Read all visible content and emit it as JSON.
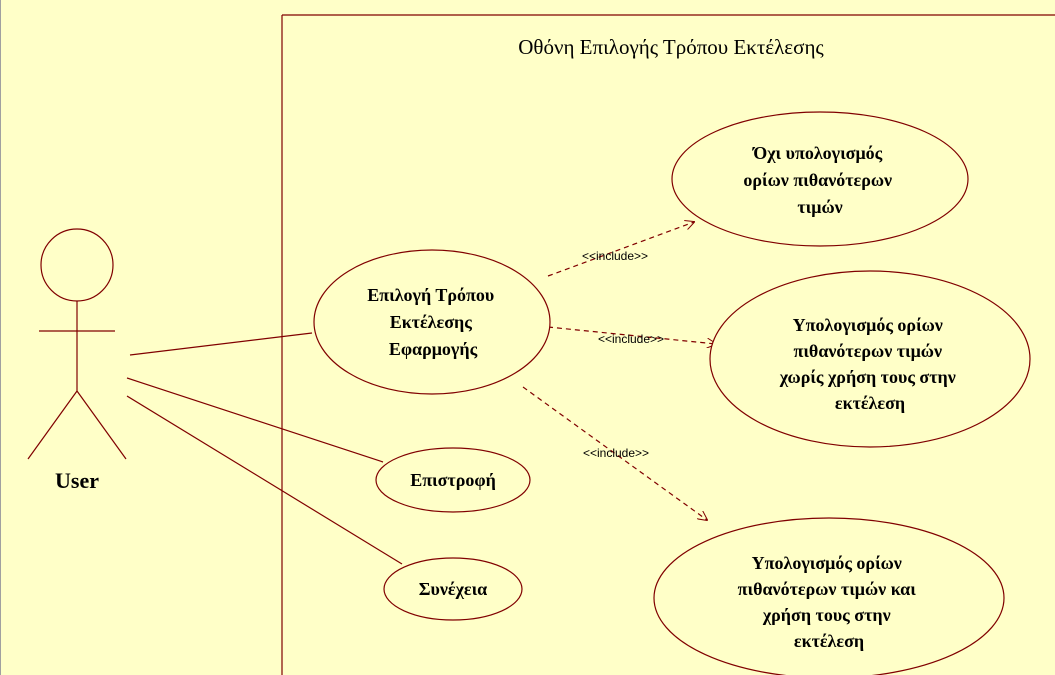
{
  "diagram": {
    "boundary_title": "Οθόνη Επιλογής Τρόπου Εκτέλεσης",
    "actor": {
      "name": "User"
    },
    "use_cases": {
      "select_mode": [
        "Επιλογή Τρόπου",
        "Εκτέλεσης",
        "Εφαρμογής"
      ],
      "no_calc": [
        "Όχι υπολογισμός",
        "ορίων πιθανότερων",
        "τιμών"
      ],
      "calc_without_use": [
        "Υπολογισμός ορίων",
        "πιθανότερων τιμών",
        "χωρίς χρήση τους στην",
        "εκτέλεση"
      ],
      "calc_with_use": [
        "Υπολογισμός ορίων",
        "πιθανότερων τιμών και",
        "χρήση τους στην",
        "εκτέλεση"
      ],
      "back": [
        "Επιστροφή"
      ],
      "continue": [
        "Συνέχεια"
      ]
    },
    "include_labels": {
      "to_no_calc": "<<include>>",
      "to_calc_without_use": "<<include>>",
      "to_calc_with_use": "<<include>>"
    },
    "colors": {
      "background": "#FFFFC8",
      "line": "#800000",
      "text": "#000000"
    }
  }
}
